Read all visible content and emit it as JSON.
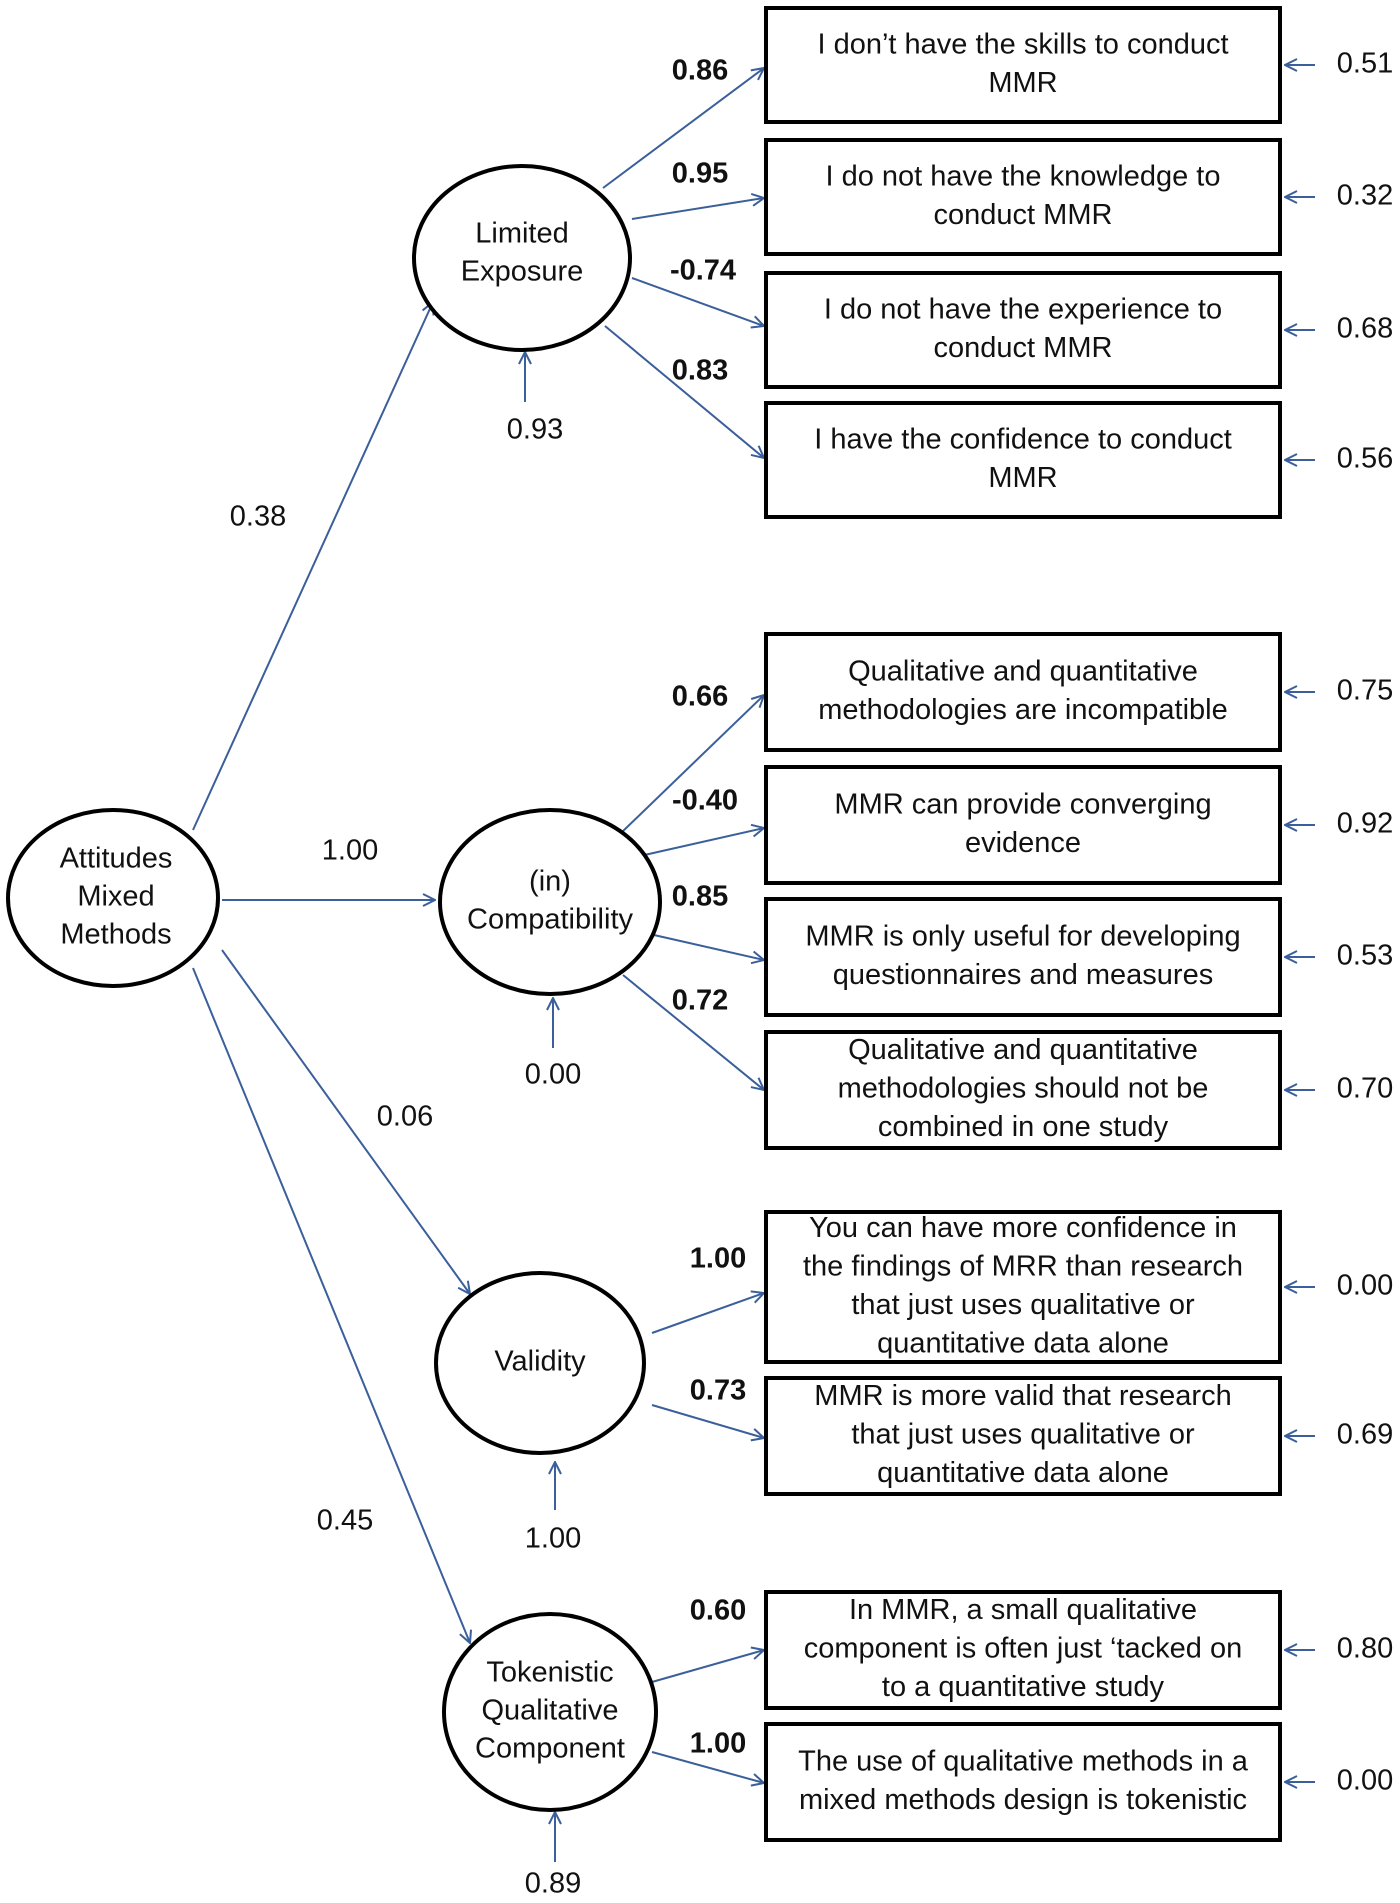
{
  "colors": {
    "arrow": "#3a5f9a",
    "outline": "#000000",
    "text": "#111111"
  },
  "root": {
    "lines": [
      "Attitudes",
      "Mixed",
      "Methods"
    ]
  },
  "factors": [
    {
      "id": "limited-exposure",
      "lines": [
        "Limited",
        "Exposure"
      ],
      "path_coef": "0.38",
      "residual": "0.93",
      "items": [
        {
          "lines": [
            "I don’t have the skills to conduct",
            "MMR"
          ],
          "loading": "0.86",
          "error": "0.51"
        },
        {
          "lines": [
            "I do not have the knowledge to",
            "conduct MMR"
          ],
          "loading": "0.95",
          "error": "0.32"
        },
        {
          "lines": [
            "I do not have the experience to",
            "conduct MMR"
          ],
          "loading": "-0.74",
          "error": "0.68"
        },
        {
          "lines": [
            "I have the confidence to conduct",
            "MMR"
          ],
          "loading": "0.83",
          "error": "0.56"
        }
      ]
    },
    {
      "id": "in-compatibility",
      "lines": [
        "(in)",
        "Compatibility"
      ],
      "path_coef": "1.00",
      "residual": "0.00",
      "items": [
        {
          "lines": [
            "Qualitative and quantitative",
            "methodologies are incompatible"
          ],
          "loading": "0.66",
          "error": "0.75"
        },
        {
          "lines": [
            "MMR can provide converging",
            "evidence"
          ],
          "loading": "-0.40",
          "error": "0.92"
        },
        {
          "lines": [
            "MMR is only useful for developing",
            "questionnaires and measures"
          ],
          "loading": "0.85",
          "error": "0.53"
        },
        {
          "lines": [
            "Qualitative and quantitative",
            "methodologies should not be",
            "combined in one study"
          ],
          "loading": "0.72",
          "error": "0.70"
        }
      ]
    },
    {
      "id": "validity",
      "lines": [
        "Validity"
      ],
      "path_coef": "0.06",
      "residual": "1.00",
      "items": [
        {
          "lines": [
            "You can have more confidence in",
            "the findings of MRR than research",
            "that just uses qualitative or",
            "quantitative data alone"
          ],
          "loading": "1.00",
          "error": "0.00"
        },
        {
          "lines": [
            "MMR is more valid that research",
            "that just uses qualitative or",
            "quantitative data alone"
          ],
          "loading": "0.73",
          "error": "0.69"
        }
      ]
    },
    {
      "id": "tokenistic-qualitative-component",
      "lines": [
        "Tokenistic",
        "Qualitative",
        "Component"
      ],
      "path_coef": "0.45",
      "residual": "0.89",
      "items": [
        {
          "lines": [
            "In MMR, a small qualitative",
            "component is often just ‘tacked on",
            "to a quantitative study"
          ],
          "loading": "0.60",
          "error": "0.80"
        },
        {
          "lines": [
            "The use of qualitative methods in a",
            "mixed methods design is tokenistic"
          ],
          "loading": "1.00",
          "error": "0.00"
        }
      ]
    }
  ]
}
